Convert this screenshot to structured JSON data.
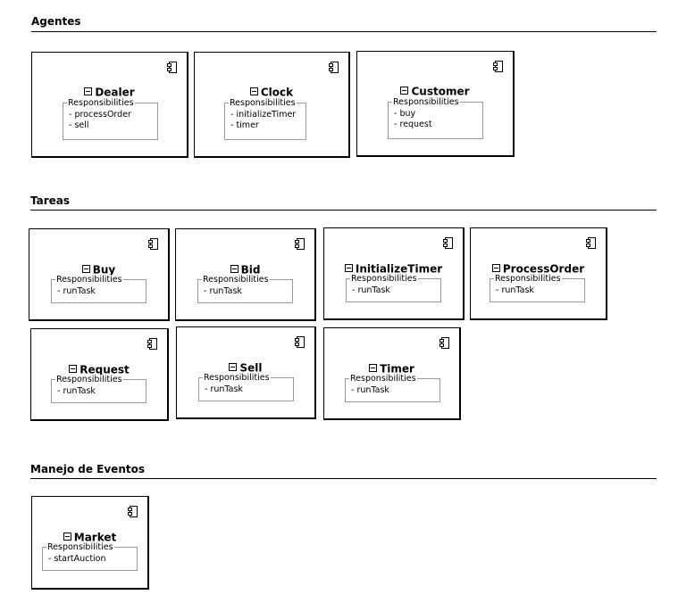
{
  "sections": {
    "agentes": {
      "title": "Agentes"
    },
    "tareas": {
      "title": "Tareas"
    },
    "eventos": {
      "title": "Manejo de Eventos"
    }
  },
  "responsibilities_label": "Responsibilities",
  "components": {
    "dealer": {
      "name": "Dealer",
      "responsibilities": [
        "- processOrder",
        "- sell"
      ]
    },
    "clock": {
      "name": "Clock",
      "responsibilities": [
        "- initializeTimer",
        "- timer"
      ]
    },
    "customer": {
      "name": "Customer",
      "responsibilities": [
        "- buy",
        "- request"
      ]
    },
    "buy": {
      "name": "Buy",
      "responsibilities": [
        "- runTask"
      ]
    },
    "bid": {
      "name": "Bid",
      "responsibilities": [
        "- runTask"
      ]
    },
    "initializeTimer": {
      "name": "InitializeTimer",
      "responsibilities": [
        "- runTask"
      ]
    },
    "processOrder": {
      "name": "ProcessOrder",
      "responsibilities": [
        "- runTask"
      ]
    },
    "request": {
      "name": "Request",
      "responsibilities": [
        "- runTask"
      ]
    },
    "sell": {
      "name": "Sell",
      "responsibilities": [
        "- runTask"
      ]
    },
    "timer": {
      "name": "Timer",
      "responsibilities": [
        "- runTask"
      ]
    },
    "market": {
      "name": "Market",
      "responsibilities": [
        "- startAuction"
      ]
    }
  }
}
